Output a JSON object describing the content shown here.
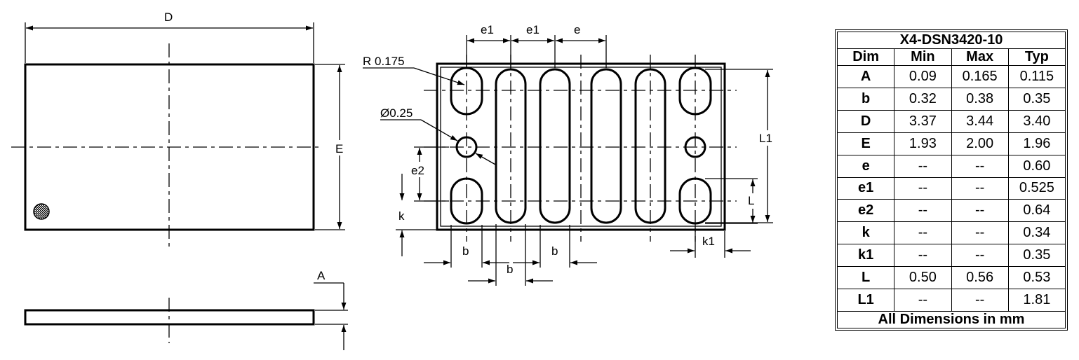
{
  "drawing": {
    "top_view": {
      "width_label": "D",
      "height_label": "E"
    },
    "side_view": {
      "thickness_label": "A"
    },
    "bottom_view": {
      "pitch_labels": [
        "e1",
        "e1",
        "e"
      ],
      "radius_note": "R 0.175",
      "hole_note": "Ø0.25",
      "e2_label": "e2",
      "k_label": "k",
      "L_label": "L",
      "L1_label": "L1",
      "k1_label": "k1",
      "b_labels": [
        "b",
        "b",
        "b"
      ]
    }
  },
  "table": {
    "title": "X4-DSN3420-10",
    "headers": [
      "Dim",
      "Min",
      "Max",
      "Typ"
    ],
    "rows": [
      [
        "A",
        "0.09",
        "0.165",
        "0.115"
      ],
      [
        "b",
        "0.32",
        "0.38",
        "0.35"
      ],
      [
        "D",
        "3.37",
        "3.44",
        "3.40"
      ],
      [
        "E",
        "1.93",
        "2.00",
        "1.96"
      ],
      [
        "e",
        "--",
        "--",
        "0.60"
      ],
      [
        "e1",
        "--",
        "--",
        "0.525"
      ],
      [
        "e2",
        "--",
        "--",
        "0.64"
      ],
      [
        "k",
        "--",
        "--",
        "0.34"
      ],
      [
        "k1",
        "--",
        "--",
        "0.35"
      ],
      [
        "L",
        "0.50",
        "0.56",
        "0.53"
      ],
      [
        "L1",
        "--",
        "--",
        "1.81"
      ]
    ],
    "footer": "All Dimensions in mm"
  }
}
